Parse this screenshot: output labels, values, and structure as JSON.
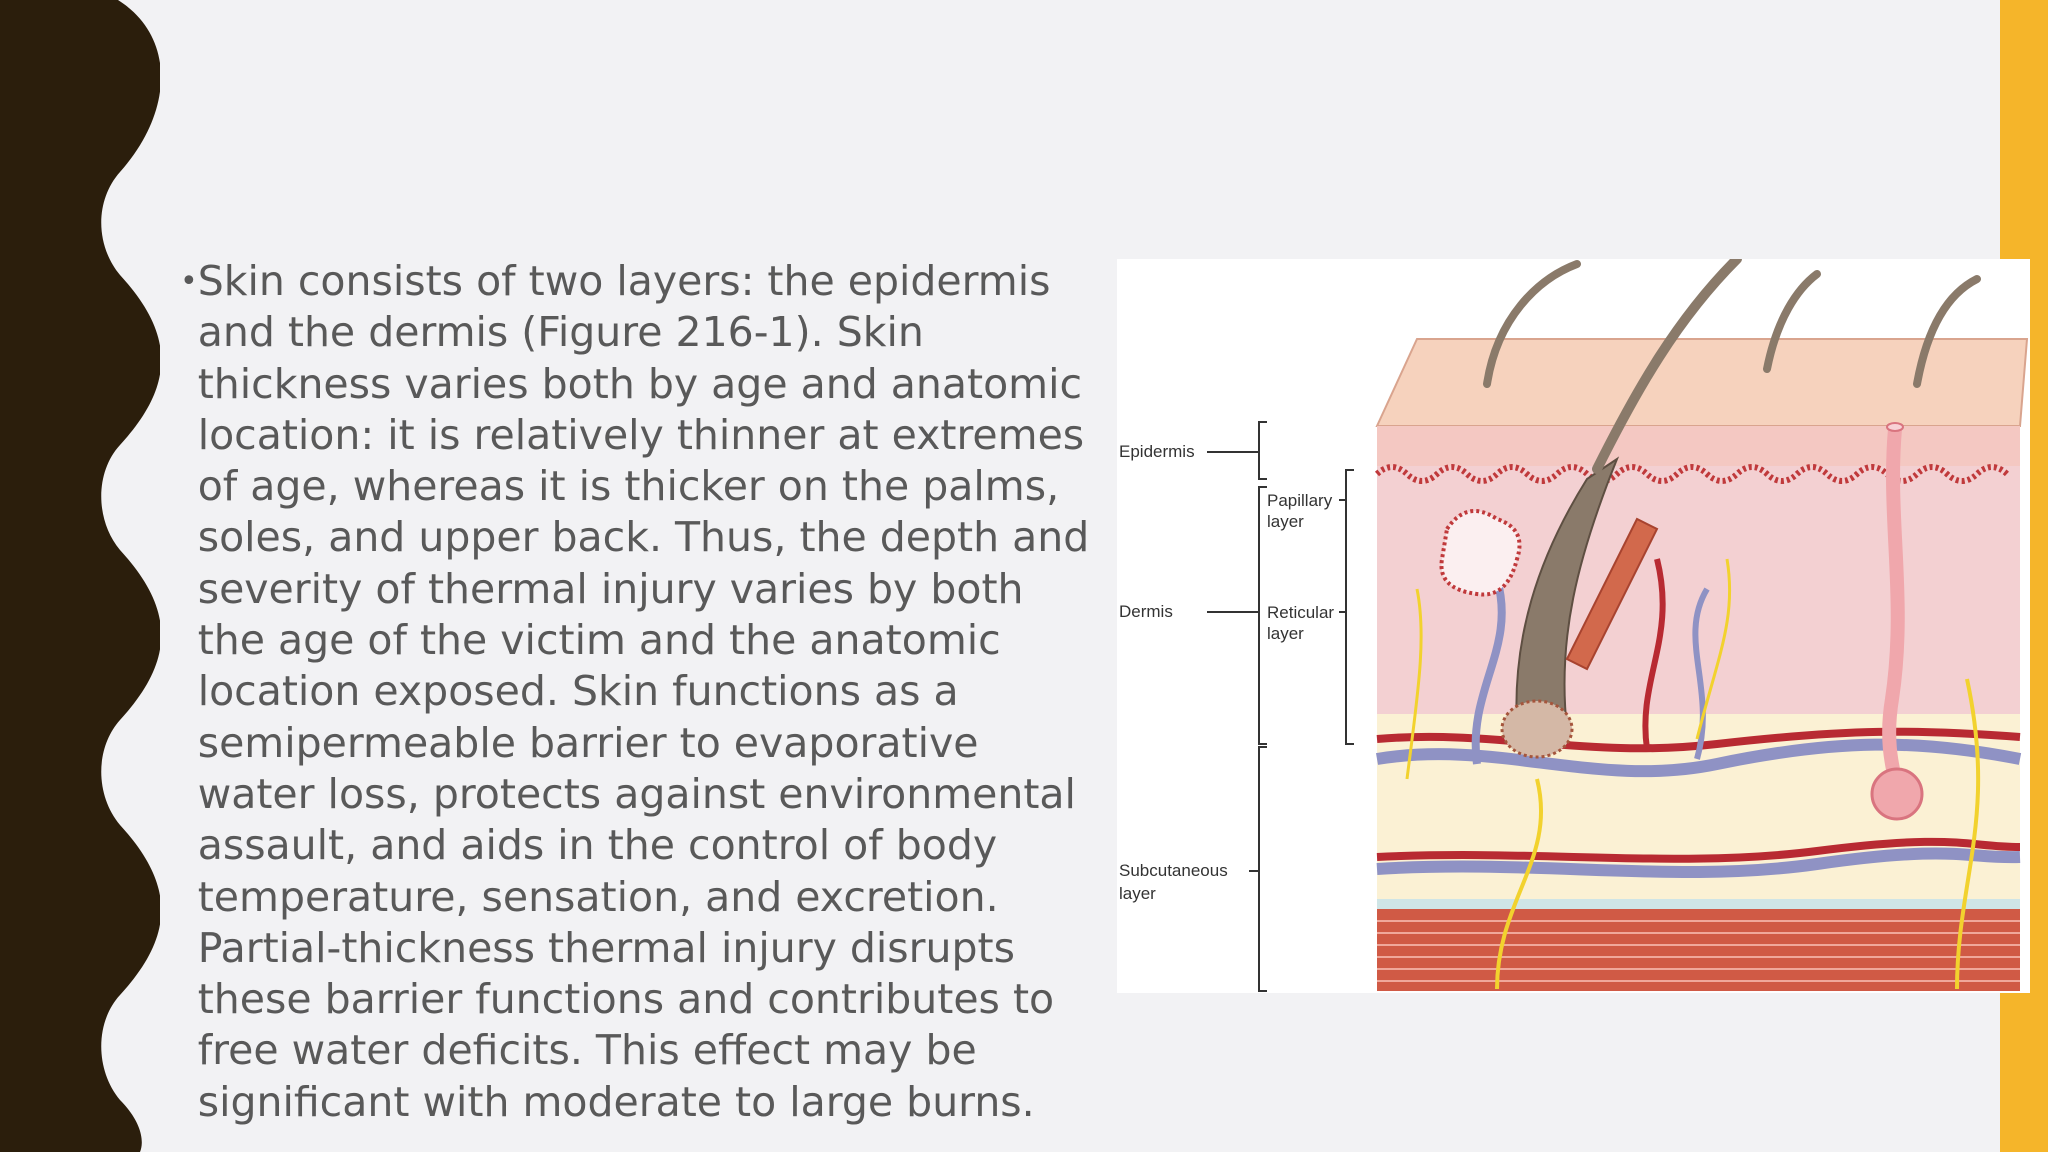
{
  "slide": {
    "bullet_text": "Skin consists of two layers: the epidermis and the dermis (Figure 216-1). Skin thickness varies both by age and anatomic location: it is relatively thinner at extremes of age, whereas it is thicker on the palms, soles, and upper back. Thus, the depth and severity of thermal injury varies by both the age of the victim and the anatomic location exposed. Skin functions as a semipermeable barrier to evaporative water loss, protects against environmental assault, and aids in the control of body temperature, sensation, and excretion. Partial-thickness thermal injury disrupts these barrier functions and contributes to free water deficits. This effect may be significant with moderate to large burns."
  },
  "figure": {
    "labels": {
      "epidermis": "Epidermis",
      "papillary_1": "Papillary",
      "papillary_2": "layer",
      "dermis": "Dermis",
      "reticular_1": "Reticular",
      "reticular_2": "layer",
      "subcutaneous_1": "Subcutaneous",
      "subcutaneous_2": "layer"
    }
  },
  "colors": {
    "left_band": "#2b1e0c",
    "right_accent": "#f5b52a",
    "background": "#f2f2f4",
    "text": "#595959"
  }
}
